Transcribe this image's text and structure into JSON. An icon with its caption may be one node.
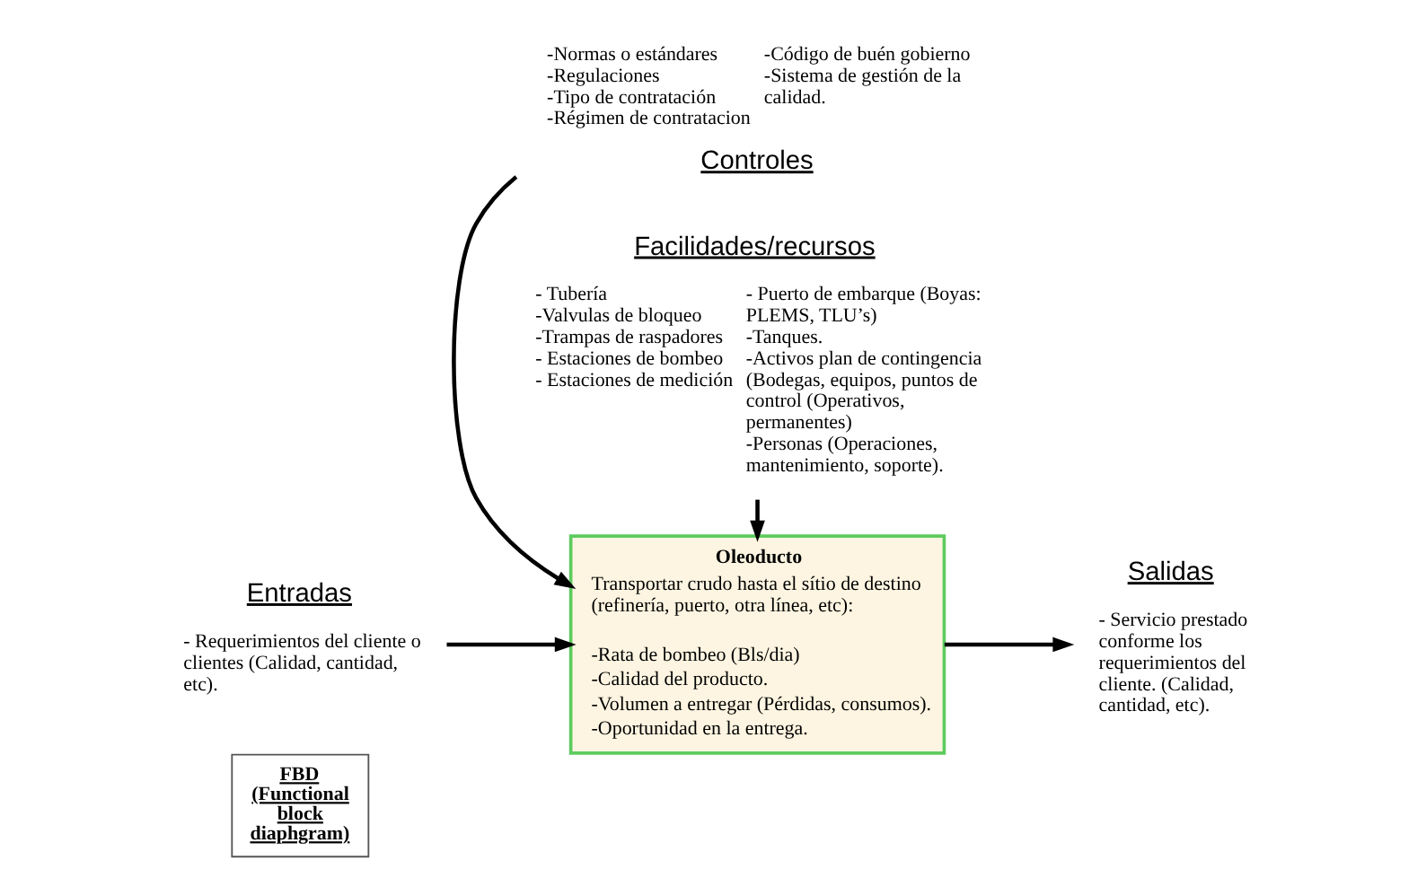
{
  "diagram": {
    "nodes": [
      {
        "text": [
          "FBD (Functional block diaphgram)"
        ]
      },
      {
        "text": [
          "Oleoducto",
          "Transportar crudo hasta el sítio de destino (refinería, puerto, otra línea, etc):",
          "-Rata de bombeo (Bls/dia)",
          "-Calidad del producto.",
          "-Volumen a entregar (Pérdidas, consumos).",
          "-Oportunidad en la entrega."
        ]
      },
      {
        "text": [
          "Controles"
        ],
        "beside": [
          "-Normas o estándares",
          "-Regulaciones",
          "-Tipo de contratación",
          "-Régimen de contratacion",
          "-Código de buén gobierno",
          "-Sistema de gestión de la calidad."
        ]
      },
      {
        "text": [
          "Entradas"
        ],
        "beside": [
          "- Requerimientos del cliente o clientes (Calidad, cantidad, etc)."
        ]
      },
      {
        "text": [
          "Salidas"
        ],
        "beside": [
          "- Servicio prestado conforme los requerimientos del cliente. (Calidad, cantidad, etc)."
        ]
      },
      {
        "text": [
          "Facilidades/recursos"
        ],
        "beside": [
          "- Tubería",
          "-Valvulas de bloqueo",
          "-Trampas de raspadores",
          "- Estaciones de bombeo",
          "- Estaciones de medición",
          "- Puerto de embarque (Boyas: PLEMS, TLU’s)",
          "-Tanques.",
          "-Activos plan de contingencia (Bodegas, equipos, puntos de control (Operativos, permanentes)",
          "-Personas (Operaciones, mantenimiento, soporte)."
        ]
      }
    ],
    "edges": [
      {
        "from": 2,
        "to": 1,
        "arrow": "to"
      },
      {
        "from": 3,
        "to": 1,
        "arrow": "to"
      },
      {
        "from": 1,
        "to": 4,
        "arrow": "to"
      },
      {
        "from": 5,
        "to": 1,
        "arrow": "to"
      }
    ]
  }
}
